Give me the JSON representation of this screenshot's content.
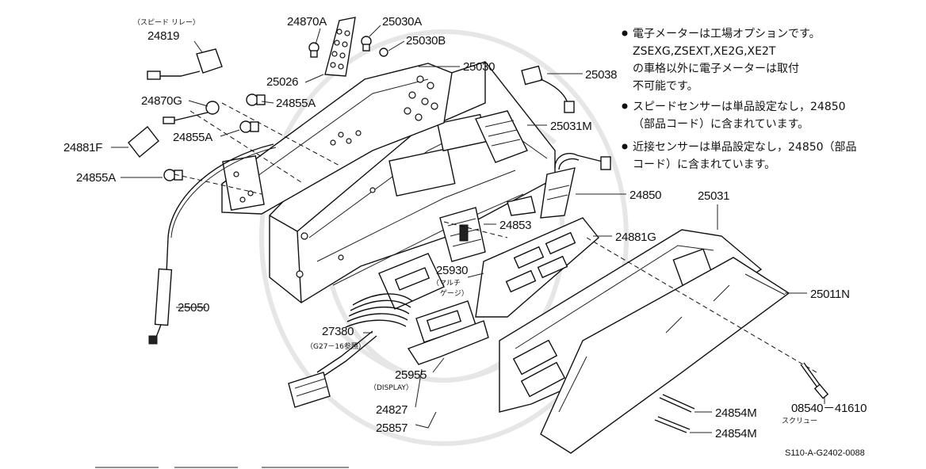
{
  "labels": {
    "relay_note": "（スピード リレー）",
    "p24819": "24819",
    "p24870A": "24870A",
    "p25030A": "25030A",
    "p25030B": "25030B",
    "p25030": "25030",
    "p25038": "25038",
    "p25026": "25026",
    "p24870G": "24870G",
    "p24855A_1": "24855A",
    "p24855A_2": "24855A",
    "p24855A_3": "24855A",
    "p24881F": "24881F",
    "p25031M": "25031M",
    "p24850": "24850",
    "p25031": "25031",
    "p24853": "24853",
    "p24881G": "24881G",
    "p25930": "25930",
    "multi_note_1": "（マルチ",
    "multi_note_2": "ゲージ）",
    "p25050": "25050",
    "p25011N": "25011N",
    "p27380": "27380",
    "ref_note": "（G27－16参照）",
    "p25955": "25955",
    "display_note": "（DISPLAY）",
    "p24827": "24827",
    "p25857": "25857",
    "p24854M_1": "24854M",
    "p24854M_2": "24854M",
    "p08540": "08540－41610",
    "screw_note": "スクリュー"
  },
  "notes": {
    "n1_line1": "電子メーターは工場オプションです。",
    "n1_line2": "ZSEXG,ZSEXT,XE2G,XE2T",
    "n1_line3": "の車格以外に電子メーターは取付",
    "n1_line4": "不可能です。",
    "n2_line1": "スピードセンサーは単品設定なし，24850",
    "n2_line2": "（部品コード）に含まれています。",
    "n3_line1": "近接センサーは単品設定なし，24850（部品",
    "n3_line2": "コード）に含まれています。"
  },
  "footer": {
    "code": "S110-A-G2402-0088"
  }
}
